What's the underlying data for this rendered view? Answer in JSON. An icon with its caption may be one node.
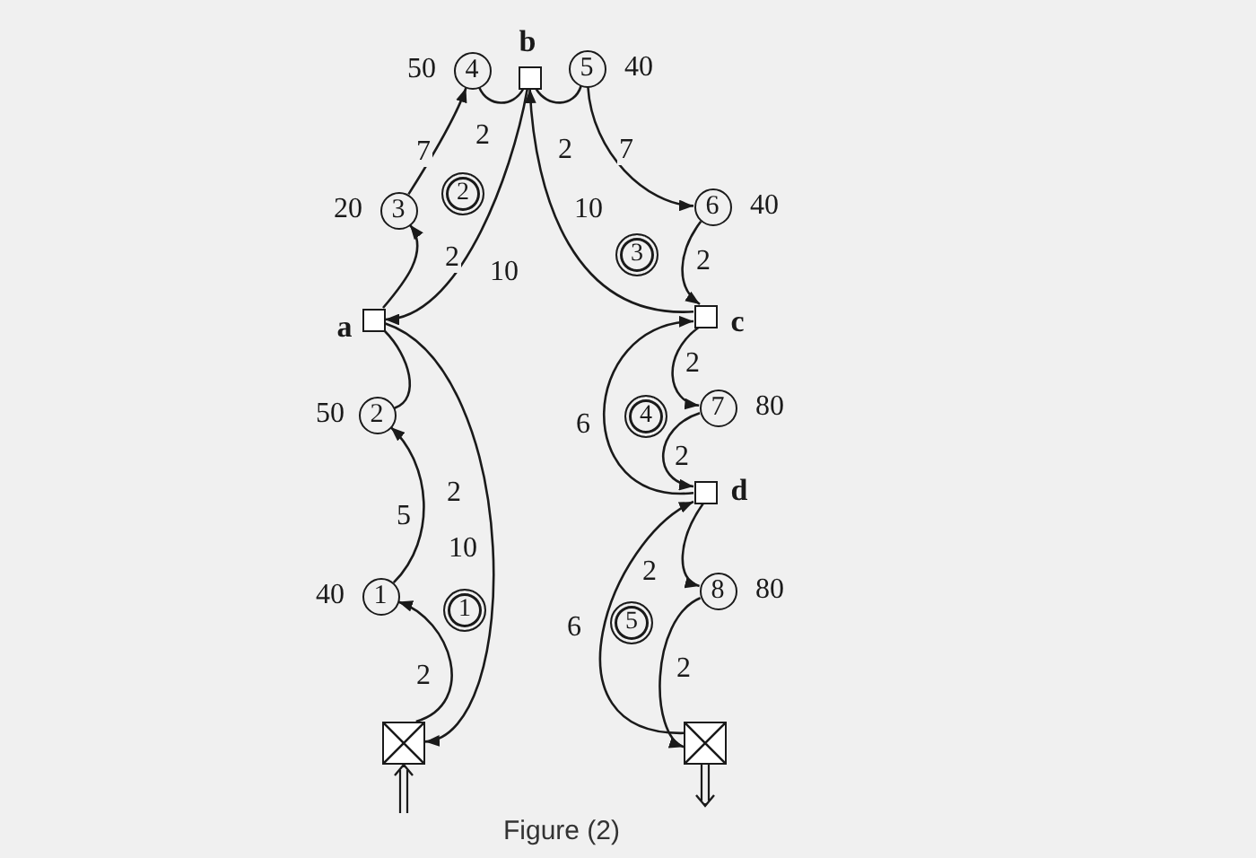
{
  "diagram": {
    "caption": "Figure (2)",
    "nodes": [
      {
        "text": [
          "4"
        ],
        "beside": [
          "50"
        ]
      },
      {
        "text": [],
        "shape": "box",
        "beside": [
          "b"
        ]
      },
      {
        "text": [
          "5"
        ],
        "beside": [
          "40"
        ]
      },
      {
        "text": [
          "3"
        ],
        "beside": [
          "20"
        ]
      },
      {
        "text": [
          "2"
        ]
      },
      {
        "text": [
          "6"
        ],
        "beside": [
          "40"
        ]
      },
      {
        "text": [],
        "shape": "box",
        "beside": [
          "a"
        ]
      },
      {
        "text": [
          "3"
        ]
      },
      {
        "text": [],
        "shape": "box",
        "beside": [
          "c"
        ]
      },
      {
        "text": [
          "2"
        ],
        "beside": [
          "50"
        ]
      },
      {
        "text": [
          "4"
        ]
      },
      {
        "text": [
          "7"
        ],
        "beside": [
          "80"
        ]
      },
      {
        "text": [],
        "shape": "box",
        "beside": [
          "d"
        ]
      },
      {
        "text": [
          "1"
        ],
        "beside": [
          "40"
        ]
      },
      {
        "text": [
          "1"
        ]
      },
      {
        "text": [
          "8"
        ],
        "beside": [
          "80"
        ]
      },
      {
        "text": [
          "5"
        ]
      },
      {
        "text": [],
        "shape": "box"
      },
      {
        "text": [],
        "shape": "box"
      }
    ],
    "edges": [
      {
        "from": 17,
        "to": 13,
        "arrow": "to",
        "label": "2"
      },
      {
        "from": 13,
        "to": 9,
        "arrow": "to",
        "label": "5"
      },
      {
        "from": 9,
        "to": 6,
        "arrow": "none"
      },
      {
        "from": 6,
        "to": 17,
        "arrow": "to",
        "label": "10"
      },
      {
        "from": 6,
        "to": 3,
        "arrow": "to",
        "label": "2"
      },
      {
        "from": 3,
        "to": 0,
        "arrow": "to",
        "label": "7"
      },
      {
        "from": 0,
        "to": 1,
        "arrow": "none",
        "label": "2"
      },
      {
        "from": 1,
        "to": 6,
        "arrow": "to",
        "label": "10"
      },
      {
        "from": 1,
        "to": 2,
        "arrow": "none",
        "label": "2"
      },
      {
        "from": 2,
        "to": 5,
        "arrow": "to",
        "label": "7"
      },
      {
        "from": 5,
        "to": 8,
        "arrow": "to",
        "label": "2"
      },
      {
        "from": 8,
        "to": 1,
        "arrow": "to",
        "label": "10"
      },
      {
        "from": 8,
        "to": 11,
        "arrow": "to",
        "label": "2"
      },
      {
        "from": 11,
        "to": 12,
        "arrow": "to",
        "label": "2"
      },
      {
        "from": 12,
        "to": 8,
        "arrow": "to",
        "label": "6"
      },
      {
        "from": 12,
        "to": 15,
        "arrow": "to",
        "label": "2"
      },
      {
        "from": 15,
        "to": 18,
        "arrow": "to",
        "label": "2"
      },
      {
        "from": 18,
        "to": 12,
        "arrow": "to",
        "label": "6"
      },
      {
        "from": null,
        "to": 17,
        "arrow": "to"
      },
      {
        "from": 18,
        "to": null,
        "arrow": "to"
      }
    ],
    "labels": [
      "2"
    ]
  }
}
